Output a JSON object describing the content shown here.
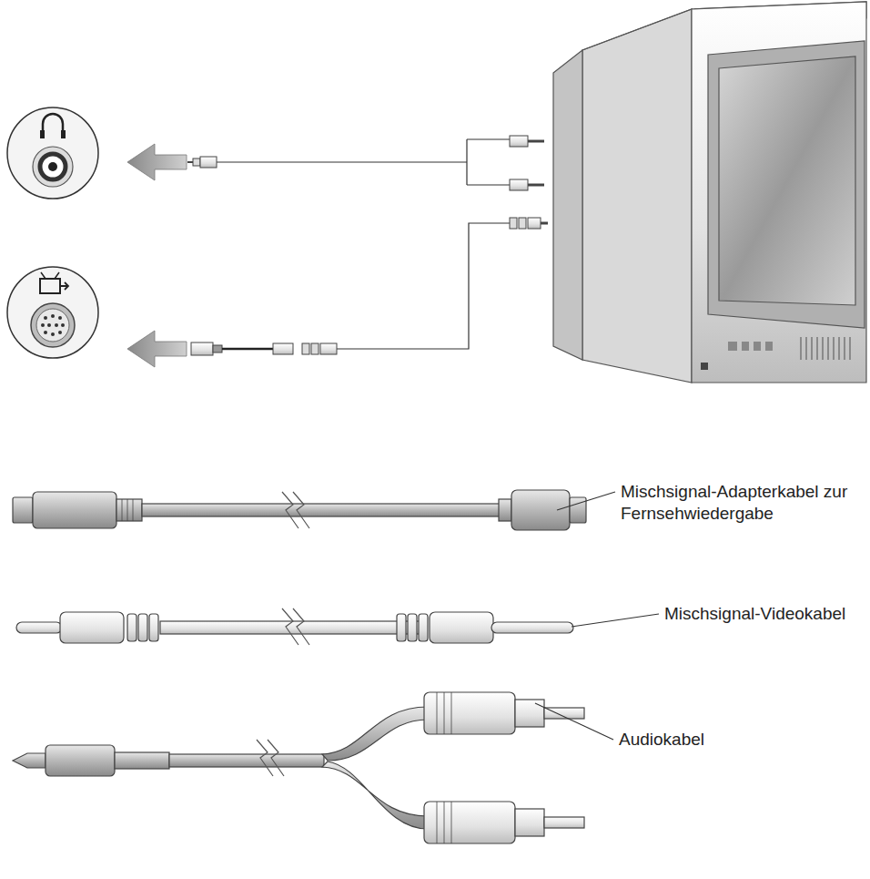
{
  "diagram": {
    "labels": [
      "Mischsignal-Adapterkabel zur Fernsehwiedergabe",
      "Mischsignal-Videokabel",
      "Audiokabel"
    ]
  }
}
